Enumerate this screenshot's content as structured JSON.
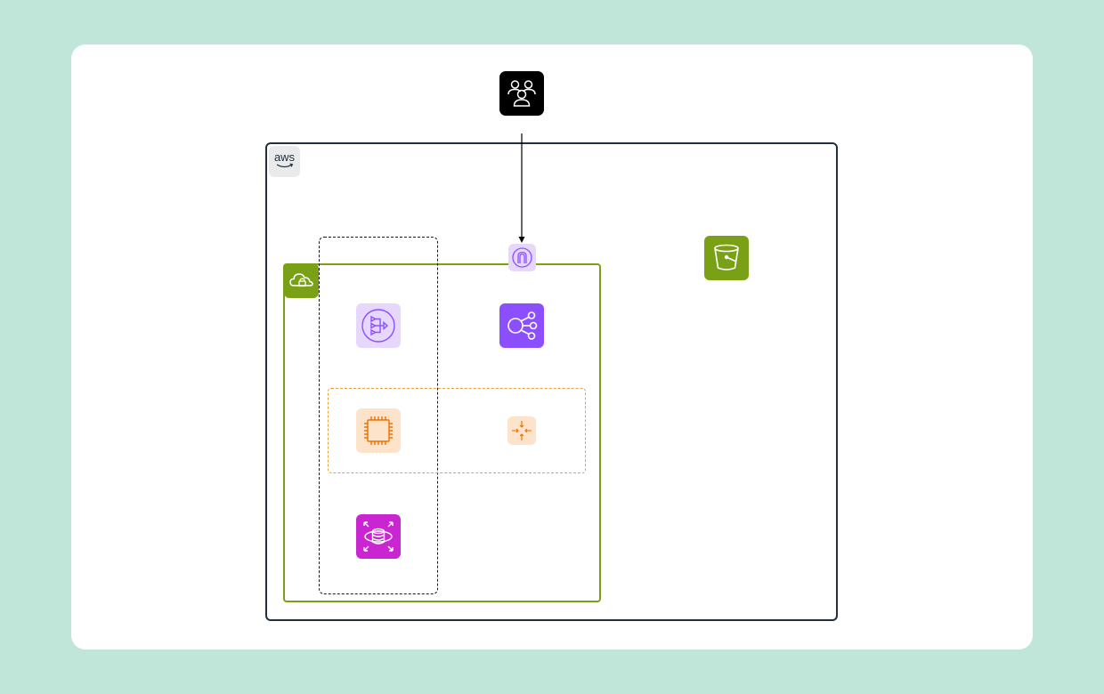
{
  "diagram": {
    "colors": {
      "background": "#c0e6da",
      "card": "#ffffff",
      "aws_cloud_border": "#232f3e",
      "vpc_border": "#7aa116",
      "subnet_border": "#1a1a1a",
      "autoscaling_border": "#e8a13c",
      "arrow": "#000000"
    },
    "groups": {
      "aws_cloud": {
        "logo_text": "aws",
        "icon": "aws-logo-icon"
      },
      "vpc": {
        "icon": "vpc-cloud-lock-icon"
      },
      "subnet": {
        "style": "dashed"
      },
      "autoscaling_group": {
        "style": "dashed-orange"
      }
    },
    "nodes": [
      {
        "id": "users",
        "icon": "users-icon",
        "color": "#000000"
      },
      {
        "id": "internet-gateway",
        "icon": "internet-gateway-icon",
        "color": "#e6d7fc"
      },
      {
        "id": "s3-bucket",
        "icon": "s3-bucket-icon",
        "color": "#7aa116"
      },
      {
        "id": "network-load-balancer",
        "icon": "network-load-balancer-icon",
        "color": "#e6d7fc"
      },
      {
        "id": "elastic-load-balancing",
        "icon": "elastic-load-balancing-icon",
        "color": "#8c4fff"
      },
      {
        "id": "ec2-instance",
        "icon": "ec2-instance-icon",
        "color": "#fde3c9"
      },
      {
        "id": "auto-scaling",
        "icon": "auto-scaling-icon",
        "color": "#fde3c9"
      },
      {
        "id": "rds-database",
        "icon": "rds-database-icon",
        "color": "#c925d1"
      }
    ],
    "edges": [
      {
        "from": "users",
        "to": "internet-gateway"
      }
    ]
  }
}
